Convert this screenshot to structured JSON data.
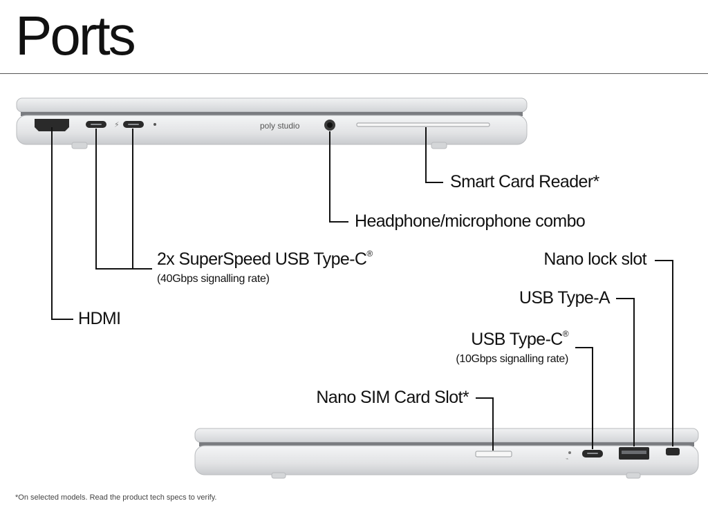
{
  "title": "Ports",
  "brand_label": "poly studio",
  "ports": {
    "hdmi": "HDMI",
    "usb_c_40": {
      "name": "2x SuperSpeed USB Type-C",
      "mark": "®",
      "note": "(40Gbps signalling rate)"
    },
    "headphone": "Headphone/microphone combo",
    "smart_card": "Smart Card Reader*",
    "nano_lock": "Nano lock slot",
    "usb_a": "USB Type-A",
    "usb_c_10": {
      "name": "USB Type-C",
      "mark": "®",
      "note": "(10Gbps signalling rate)"
    },
    "nano_sim": "Nano SIM Card Slot*"
  },
  "footnote": "*On selected models. Read the product tech specs to verify.",
  "colors": {
    "laptop_body": "#e4e5e7",
    "laptop_edge": "#b9bbbe",
    "port": "#2a2a2a",
    "leader_line": "#111111"
  }
}
